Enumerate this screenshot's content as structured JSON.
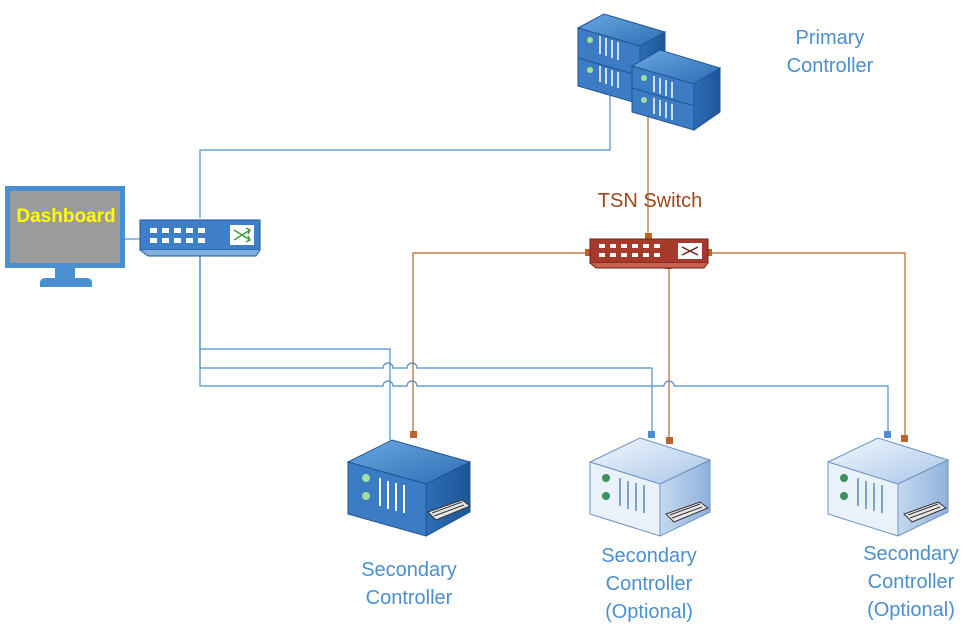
{
  "labels": {
    "dashboard": "Dashboard",
    "tsn_switch": "TSN Switch",
    "primary_controller": [
      "Primary",
      "Controller"
    ],
    "secondary_controller_1": [
      "Secondary",
      "Controller"
    ],
    "secondary_controller_2": [
      "Secondary",
      "Controller",
      "(Optional)"
    ],
    "secondary_controller_3": [
      "Secondary",
      "Controller",
      "(Optional)"
    ]
  },
  "colors": {
    "ethernet_link": "#4a8fd0",
    "tsn_link": "#c0602a",
    "label_blue": "#4a8fd0",
    "label_tsn": "#a0461a",
    "dashboard_text": "#ffff00",
    "tsn_switch_body": "#a83a2c",
    "switch_body": "#3f7fc8"
  },
  "icons": {
    "dashboard": "monitor-icon",
    "ethernet_switch": "network-switch-icon",
    "tsn_switch": "tsn-switch-icon",
    "primary_controller": "server-rack-icon",
    "secondary_controllers": "server-icon"
  }
}
